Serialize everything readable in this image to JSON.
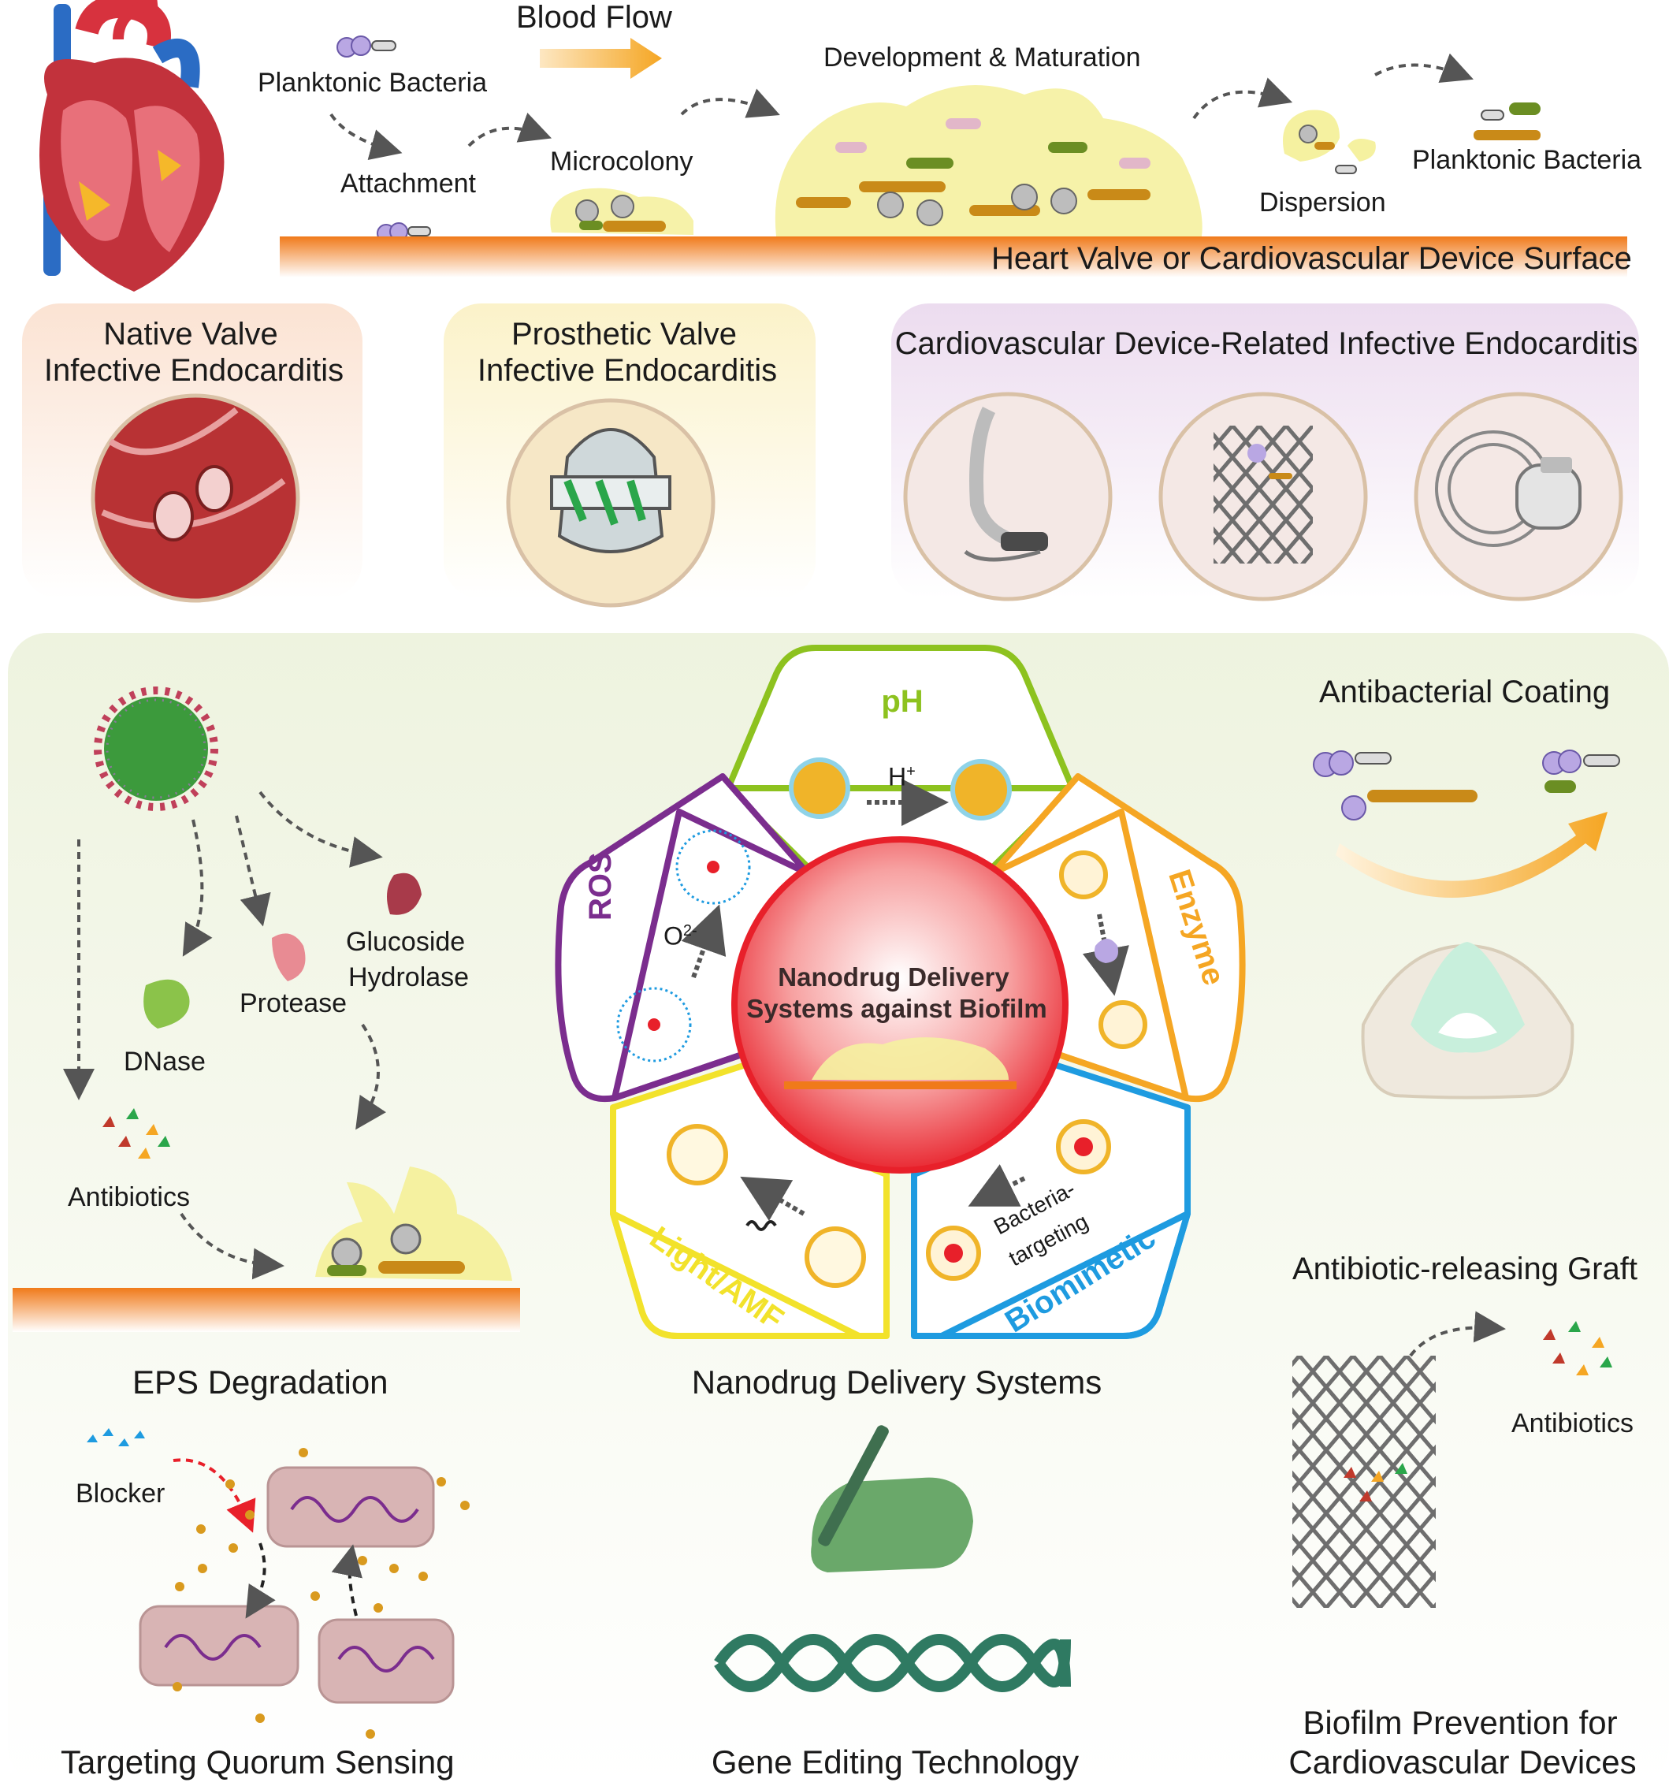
{
  "top": {
    "blood_flow": "Blood Flow",
    "planktonic_left": "Planktonic Bacteria",
    "attachment": "Attachment",
    "microcolony": "Microcolony",
    "development": "Development & Maturation",
    "dispersion": "Dispersion",
    "planktonic_right": "Planktonic Bacteria",
    "surface": "Heart Valve or Cardiovascular Device Surface"
  },
  "types": {
    "native_line1": "Native Valve",
    "native_line2": "Infective Endocarditis",
    "prosthetic_line1": "Prosthetic Valve",
    "prosthetic_line2": "Infective Endocarditis",
    "device": "Cardiovascular Device-Related Infective Endocarditis"
  },
  "eps": {
    "dnase": "DNase",
    "protease": "Protease",
    "glucoside_line1": "Glucoside",
    "glucoside_line2": "Hydrolase",
    "antibiotics": "Antibiotics",
    "title": "EPS Degradation"
  },
  "nano": {
    "ph": "pH",
    "h_plus": "H",
    "h_sup": "+",
    "ros": "ROS",
    "o2": "O",
    "o2_sup": "2-",
    "enzyme": "Enzyme",
    "light": "Light/AMF",
    "biomimetic": "Biomimetic",
    "bacteria_line1": "Bacteria-",
    "bacteria_line2": "targeting",
    "center_line1": "Nanodrug Delivery",
    "center_line2": "Systems against Biofilm",
    "title": "Nanodrug Delivery Systems"
  },
  "prevention": {
    "coating": "Antibacterial Coating",
    "graft": "Antibiotic-releasing Graft",
    "antibiotics": "Antibiotics",
    "title_line1": "Biofilm Prevention for",
    "title_line2": "Cardiovascular Devices"
  },
  "quorum": {
    "blocker": "Blocker",
    "title": "Targeting Quorum Sensing"
  },
  "gene": {
    "title": "Gene Editing Technology"
  },
  "colors": {
    "ph": "#8dc21f",
    "ros": "#7b2d8e",
    "enzyme": "#f5a623",
    "biomimetic": "#1e9be0",
    "light": "#f2e22b",
    "surface": "#f07a1a",
    "center": "#e8202a"
  },
  "icons": [
    "heart-icon",
    "bacteria-icon",
    "dna-icon",
    "pacemaker-icon",
    "stent-icon",
    "valve-icon",
    "hand-pen-icon"
  ]
}
